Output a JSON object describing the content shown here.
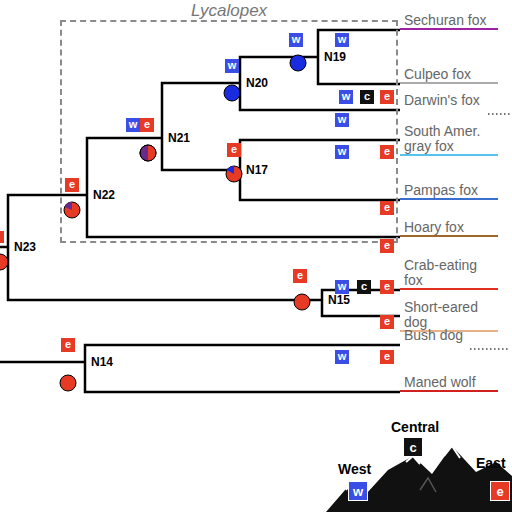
{
  "diagram": {
    "nodes": [
      {
        "text": [
          "Lycalopex"
        ]
      },
      {
        "text": [
          "N23"
        ]
      },
      {
        "text": [
          "N22"
        ],
        "in": 0
      },
      {
        "text": [
          "N21"
        ],
        "in": 0
      },
      {
        "text": [
          "N20"
        ],
        "in": 0
      },
      {
        "text": [
          "N19"
        ],
        "in": 0
      },
      {
        "text": [
          "Sechuran fox"
        ]
      },
      {
        "text": [
          "Culpeo fox"
        ]
      },
      {
        "text": [
          "Darwin's fox"
        ]
      },
      {
        "text": [
          "N17"
        ],
        "in": 0
      },
      {
        "text": [
          "South Amer. gray fox"
        ]
      },
      {
        "text": [
          "Pampas fox"
        ]
      },
      {
        "text": [
          "Hoary fox"
        ]
      },
      {
        "text": [
          "N15"
        ]
      },
      {
        "text": [
          "Crab-eating fox"
        ]
      },
      {
        "text": [
          "Short-eared dog"
        ]
      },
      {
        "text": [
          "N14"
        ]
      },
      {
        "text": [
          "Bush dog"
        ]
      },
      {
        "text": [
          "Maned wolf"
        ]
      }
    ],
    "edges": [
      {
        "from": 1,
        "to": 2,
        "arrow": "none"
      },
      {
        "from": 1,
        "to": 13,
        "arrow": "none"
      },
      {
        "from": 2,
        "to": 3,
        "arrow": "none"
      },
      {
        "from": 2,
        "to": 12,
        "arrow": "none"
      },
      {
        "from": 3,
        "to": 4,
        "arrow": "none"
      },
      {
        "from": 3,
        "to": 9,
        "arrow": "none"
      },
      {
        "from": 4,
        "to": 5,
        "arrow": "none"
      },
      {
        "from": 4,
        "to": 8,
        "arrow": "none"
      },
      {
        "from": 5,
        "to": 6,
        "arrow": "none"
      },
      {
        "from": 5,
        "to": 7,
        "arrow": "none"
      },
      {
        "from": 9,
        "to": 10,
        "arrow": "none"
      },
      {
        "from": 9,
        "to": 11,
        "arrow": "none"
      },
      {
        "from": 13,
        "to": 14,
        "arrow": "none"
      },
      {
        "from": 13,
        "to": 15,
        "arrow": "none"
      },
      {
        "from": 16,
        "to": 17,
        "arrow": "none"
      },
      {
        "from": 16,
        "to": 18,
        "arrow": "none"
      }
    ],
    "labels": [
      "w",
      "w",
      "w",
      "w",
      "c",
      "e",
      "w",
      "w",
      "e",
      "e",
      "w",
      "e",
      "e",
      "e",
      "e",
      "e",
      "w",
      "c",
      "e",
      "e",
      "e",
      "w",
      "e",
      "w",
      "c",
      "e"
    ],
    "legend": [
      {
        "text": "West",
        "color": "#3a4ee6"
      },
      {
        "text": "Central",
        "color": "#111111"
      },
      {
        "text": "East",
        "color": "#e63a25"
      }
    ]
  }
}
